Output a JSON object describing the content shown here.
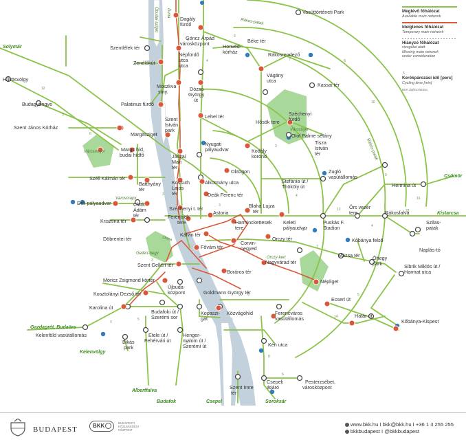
{
  "legend": {
    "main_hu": "Meglévő főhálózat",
    "main_en": "Available main network",
    "temp_hu": "Ideiglenes főhálózat",
    "temp_en": "Temporary main network",
    "missing_hu1": "Hiányzó főhálózat",
    "missing_hu2": "vizsgálat alatt",
    "missing_en1": "Missing main network",
    "missing_en2": "under consideration",
    "time_sample": "5",
    "time_hu": "Kerékpározási idő [perc]",
    "time_en": "Cycling time [min]",
    "note": "BKK tájékoztatása"
  },
  "streets": {
    "obudai": "Óbudai-sziget",
    "duna": "Duna",
    "rakos": "Rákos-patak",
    "rakos2": "Rákos-patak",
    "varosliget": "Városliget",
    "varosmajor": "Városmajor",
    "gellert": "Gellért-hegy",
    "orczy": "Orczy-kert"
  },
  "directions": {
    "solymar": "Solymár",
    "csomor": "Csömör",
    "kistarcsa": "Kistarcsa",
    "gazdagret": "Gazdagrét, Budaörs",
    "kelenvolgy": "Kelenvölgy",
    "albertfalva": "Albertfalva",
    "budafok": "Budafok",
    "csepel": "Csepel",
    "soroksar": "Soroksár"
  },
  "stations": {
    "dagaly": [
      "Dagály",
      "fürdő"
    ],
    "goncz": [
      "Göncz Árpád",
      "városközpont"
    ],
    "beke": [
      "Béke tér"
    ],
    "vasut": [
      "Vasúttörténeti Park"
    ],
    "szentlelek": [
      "Szentlélek tér"
    ],
    "nepfurdo": [
      "Népfürdő",
      "utca"
    ],
    "honved": [
      "Honvéd-",
      "kórház"
    ],
    "rakosrendezo": [
      "Rákosrendező"
    ],
    "zenelokut": [
      "Zenélőkút"
    ],
    "vagany": [
      "Vágány",
      "utca"
    ],
    "kassai": [
      "Kassai tér"
    ],
    "huvos": [
      "Hűvösvölgy"
    ],
    "moszkva": [
      "Moszkva",
      "stny."
    ],
    "dozsa": [
      "Dózsa",
      "György",
      "út"
    ],
    "budagyongye": [
      "Budagyöngye"
    ],
    "palatinus": [
      "Palatinus fürdő"
    ],
    "lehel": [
      "Lehel tér"
    ],
    "szechenyi_furdo": [
      "Széchenyi",
      "fürdő"
    ],
    "szent_istvan": [
      "Szent",
      "István",
      "park"
    ],
    "hosok": [
      "Hősök tere"
    ],
    "szent_janos": [
      "Szent János Kórház"
    ],
    "margitsziget": [
      "Margitsziget"
    ],
    "nyugati": [
      "Nyugati",
      "pályaudvar"
    ],
    "olof": [
      "Olof Palme sétány"
    ],
    "tisza": [
      "Tisza",
      "István",
      "tér"
    ],
    "margit_hid": [
      "Margit híd,",
      "budai hídfő"
    ],
    "jaszai": [
      "Jászai",
      "Mari",
      "tér"
    ],
    "kodaly": [
      "Kodály",
      "körönd"
    ],
    "oktogon": [
      "Oktogon"
    ],
    "zuglo": [
      "Zugló",
      "vasútállomás"
    ],
    "szell": [
      "Széll Kálmán tér"
    ],
    "batthyany": [
      "Batthyány",
      "tér"
    ],
    "kossuth": [
      "Kossuth",
      "Lajos",
      "tér"
    ],
    "alkotmany": [
      "Alkotmány utca"
    ],
    "stefania": [
      "Stefánia út /",
      "Thököly út"
    ],
    "hermina": [
      "Hermina út"
    ],
    "deli": [
      "Déli pályaudvar"
    ],
    "clark": [
      "Clark",
      "Ádám",
      "tér"
    ],
    "deak": [
      "Deák Ferenc tér"
    ],
    "szechenyi_ter": [
      "Széchenyi I. tér"
    ],
    "blaha": [
      "Blaha Lujza",
      "tér"
    ],
    "ors": [
      "Örs vezér",
      "tere"
    ],
    "rakosfalva": [
      "Rákosfalva"
    ],
    "krisztina": [
      "Krisztina tér"
    ],
    "ferenciek": [
      "Ferenciek",
      "tere"
    ],
    "astoria": [
      "Astoria"
    ],
    "harminc": [
      "Harminckettesek",
      "tere"
    ],
    "keleti": [
      "Keleti",
      "pályaudvar"
    ],
    "puskas": [
      "Puskás F.",
      "Stadion"
    ],
    "szilas": [
      "Szilas-",
      "patak"
    ],
    "dobrentei": [
      "Döbrentei tér"
    ],
    "kalvin": [
      "Kálvin tér"
    ],
    "corvin": [
      "Corvin-",
      "negyed"
    ],
    "orczy": [
      "Orczy tér"
    ],
    "kobanya_felso": [
      "Kőbánya felső"
    ],
    "naplas": [
      "Naplás-tó"
    ],
    "fovam": [
      "Fővám tér"
    ],
    "mazsa": [
      "Mázsa tér"
    ],
    "ohegy": [
      "Óhegy",
      "park"
    ],
    "sibrik": [
      "Sibrik Miklós út /",
      "Harmat utca"
    ],
    "gellert": [
      "Szent Gellért tér"
    ],
    "nagyvarad": [
      "Nagyvárad tér"
    ],
    "moricz": [
      "Móricz Zsigmond körtér"
    ],
    "boraros": [
      "Boráros tér"
    ],
    "nepliget": [
      "Népliget"
    ],
    "kosztolanyi": [
      "Kosztolányi Dezső tér"
    ],
    "ujbuda": [
      "Újbuda-",
      "központ"
    ],
    "goldmann": [
      "Goldmann György tér"
    ],
    "ecseri": [
      "Ecseri út"
    ],
    "karolina": [
      "Karolina út"
    ],
    "budafoki": [
      "Budafoki út /",
      "Szerémi sor"
    ],
    "kopaszi": [
      "Kopaszi-",
      "gát"
    ],
    "kozvagohid": [
      "Közvágóhíd"
    ],
    "ferencvaros": [
      "Ferencváros",
      "vasútállomás"
    ],
    "hatar": [
      "Határ út"
    ],
    "kobanya_kispest": [
      "Kőbánya-Kispest"
    ],
    "kelenfold": [
      "Kelenföld vasútállomás"
    ],
    "bikas": [
      "Bikás",
      "park"
    ],
    "etele": [
      "Etele út /",
      "Fehérvári út"
    ],
    "hengermalom": [
      "Henger-",
      "malom út /",
      "Szerémi út"
    ],
    "ken": [
      "Kén utca"
    ],
    "szent_imre": [
      "Szent Imre",
      "tér"
    ],
    "csepeli": [
      "Csepeli",
      "átjáró"
    ],
    "pesterzsebet": [
      "Pesterzsébet,",
      "városközpont"
    ]
  },
  "minutes": [
    "3",
    "4",
    "5",
    "6",
    "7",
    "8",
    "9",
    "10",
    "12",
    "14",
    "16",
    "22"
  ],
  "footer": {
    "brand": "BUDAPEST",
    "bkk": "BKK",
    "bkk_sub1": "BUDAPESTI",
    "bkk_sub2": "KÖZLEKEDÉSI",
    "bkk_sub3": "KÖZPONT",
    "contact_line1": "www.bkk.hu I bkk@bkk.hu I +36 1 3 255 255",
    "contact_line2": "bkkbudapest I @bkkbudapest"
  },
  "colors": {
    "green": "#8bc34a",
    "red": "#d9583a",
    "river": "#c3d1dc",
    "park": "#a8d89a",
    "rail": "#2f7dbf"
  }
}
